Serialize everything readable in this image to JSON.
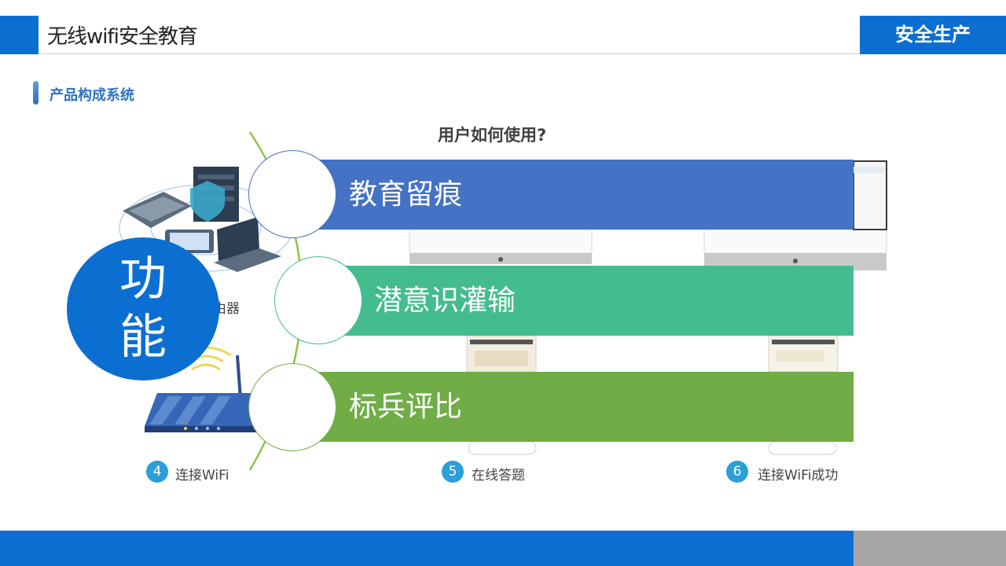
{
  "header": {
    "title": "无线wifi安全教育",
    "category_badge": "安全生产"
  },
  "section": {
    "title": "产品构成系统"
  },
  "background_graphic": {
    "heading": "用户如何使用?",
    "router_label_fragment": "由器",
    "steps": [
      {
        "number": "4",
        "label": "连接WiFi"
      },
      {
        "number": "5",
        "label": "在线答题"
      },
      {
        "number": "6",
        "label": "连接WiFi成功"
      }
    ]
  },
  "function_badge": {
    "line1": "功",
    "line2": "能"
  },
  "features": [
    {
      "label": "教育留痕",
      "color": "#4472c4"
    },
    {
      "label": "潜意识灌输",
      "color": "#43bd8e"
    },
    {
      "label": "标兵评比",
      "color": "#70ad47"
    }
  ],
  "colors": {
    "brand_blue": "#0a6fd1",
    "footer_gray": "#a6a6a6",
    "section_title": "#2f72c2"
  }
}
